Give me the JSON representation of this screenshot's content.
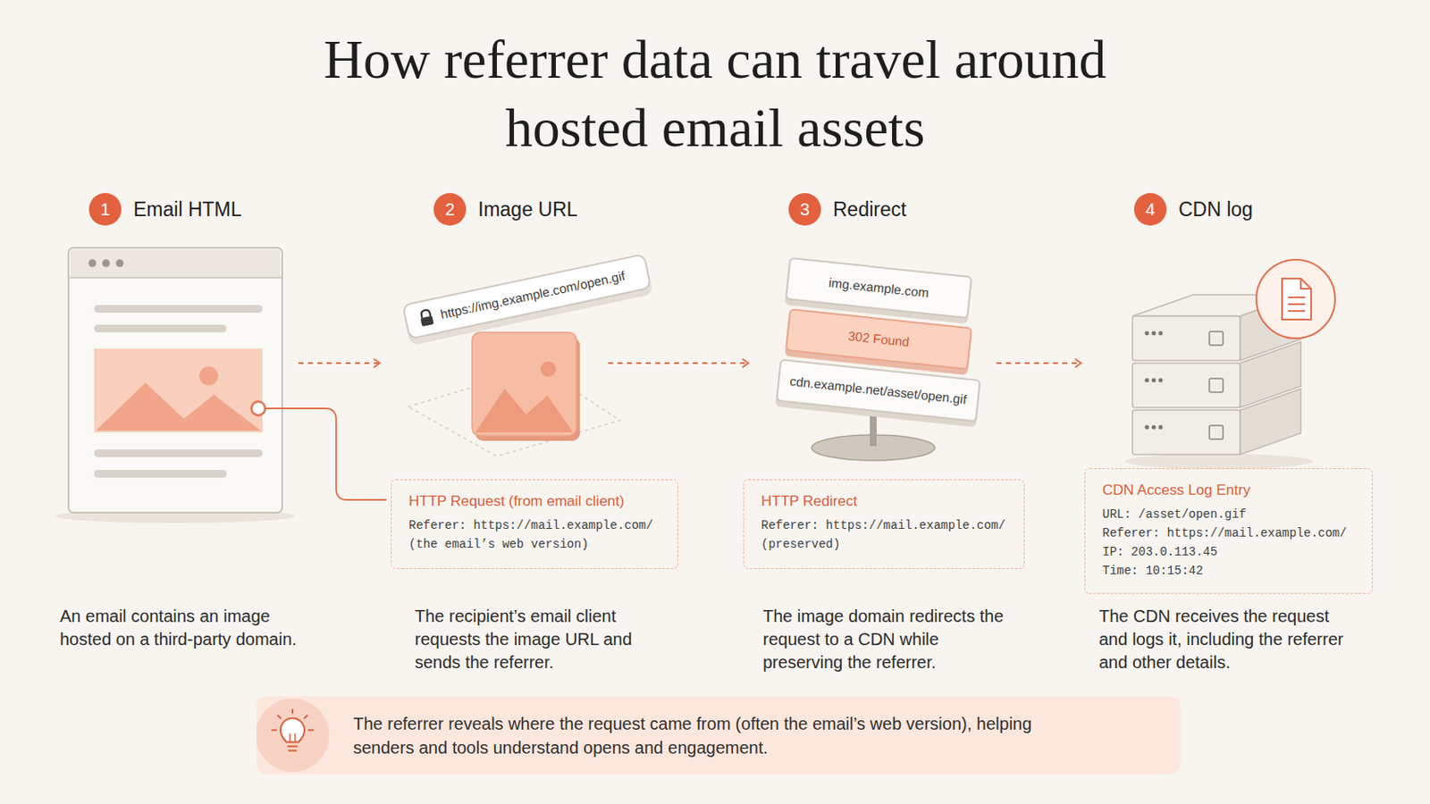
{
  "diagram": {
    "title": "How referrer data can travel around hosted email assets",
    "nodes": [
      {
        "text": [
          "1"
        ]
      },
      {
        "text": [
          "2"
        ]
      },
      {
        "text": [
          "3"
        ]
      },
      {
        "text": [
          "4"
        ]
      },
      {
        "text": [
          "https://img.example.com/open.gif"
        ]
      },
      {
        "text": [
          "img.example.com"
        ]
      },
      {
        "text": [
          "302 Found"
        ]
      },
      {
        "text": [
          "cdn.example.net/asset/open.gif"
        ]
      },
      {
        "text": [
          "HTTP Request (from email client)",
          "Referer: https://mail.example.com/",
          "(the email’s web version)"
        ]
      },
      {
        "text": [
          "HTTP Redirect",
          "Referer: https://mail.example.com/",
          "(preserved)"
        ]
      },
      {
        "text": [
          "CDN Access Log Entry",
          "URL: /asset/open.gif",
          "Referer: https://mail.example.com/",
          "IP: 203.0.113.45",
          "Time: 10:15:42"
        ]
      },
      {
        "text": [
          "The referrer reveals where the request came from (often the email’s web version), helping senders and tools understand opens and engagement."
        ]
      }
    ],
    "labels": [
      "Email HTML",
      "Image URL",
      "Redirect",
      "CDN log",
      "An email contains an image hosted on a third-party domain.",
      "The recipient’s email client requests the image URL and sends the referrer.",
      "The image domain redirects the request to a CDN while preserving the referrer.",
      "The CDN receives the request and logs it, including the referrer and other details."
    ]
  }
}
